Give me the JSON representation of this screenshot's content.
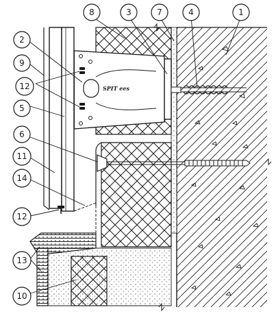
{
  "callouts": {
    "c1": "1",
    "c2": "2",
    "c3": "3",
    "c4": "4",
    "c5": "5",
    "c6": "6",
    "c7": "7",
    "c8": "8",
    "c9": "9",
    "c10": "10",
    "c11": "11",
    "c12a": "12",
    "c12b": "12",
    "c13": "13",
    "c14": "14"
  },
  "bracket_brand": "SPIT ees",
  "colors": {
    "ink": "#1a1a1a",
    "paper": "#ffffff"
  }
}
